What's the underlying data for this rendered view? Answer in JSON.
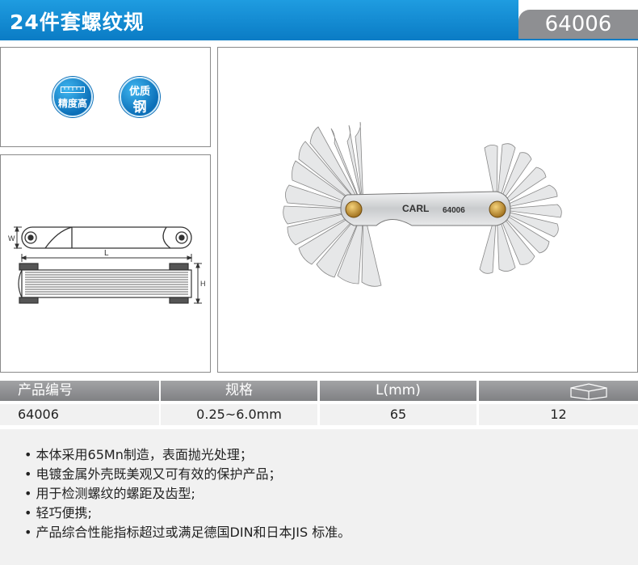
{
  "header": {
    "title": "24件套螺纹规",
    "model_code": "64006"
  },
  "badges": [
    {
      "line1": "",
      "line2": "精度高"
    },
    {
      "line1": "优质",
      "line2": "钢"
    }
  ],
  "diagram": {
    "label_w": "W",
    "label_l": "L",
    "label_h": "H"
  },
  "product_image": {
    "brand": "CARL",
    "model": "64006"
  },
  "table": {
    "headers": [
      "产品编号",
      "规格",
      "L(mm)",
      "box-icon"
    ],
    "row": [
      "64006",
      "0.25~6.0mm",
      "65",
      "12"
    ]
  },
  "notes": [
    "本体采用65Mn制造，表面抛光处理；",
    "电镀金属外壳既美观又可有效的保护产品；",
    "用于检测螺纹的螺距及齿型;",
    "轻巧便携;",
    "产品综合性能指标超过或满足德国DIN和日本JIS 标准。"
  ],
  "colors": {
    "accent": "#0b7dc6",
    "header_gray": "#8e8f92",
    "table_gray": "#8f9093"
  }
}
